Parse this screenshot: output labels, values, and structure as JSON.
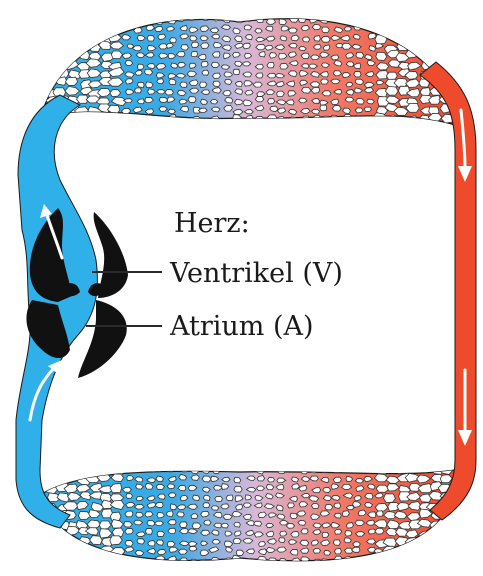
{
  "labels": {
    "title": "Herz:",
    "ventricle": "Ventrikel (V)",
    "atrium": "Atrium (A)"
  },
  "colors": {
    "deoxygenated": "#2fb0e8",
    "oxygenated": "#ee4a2c",
    "transition": "#d9b8d8",
    "heart_wall": "#111111",
    "capillary_gap": "#ffffff",
    "arrow": "#ffffff",
    "leader_line": "#2a2a2a"
  }
}
